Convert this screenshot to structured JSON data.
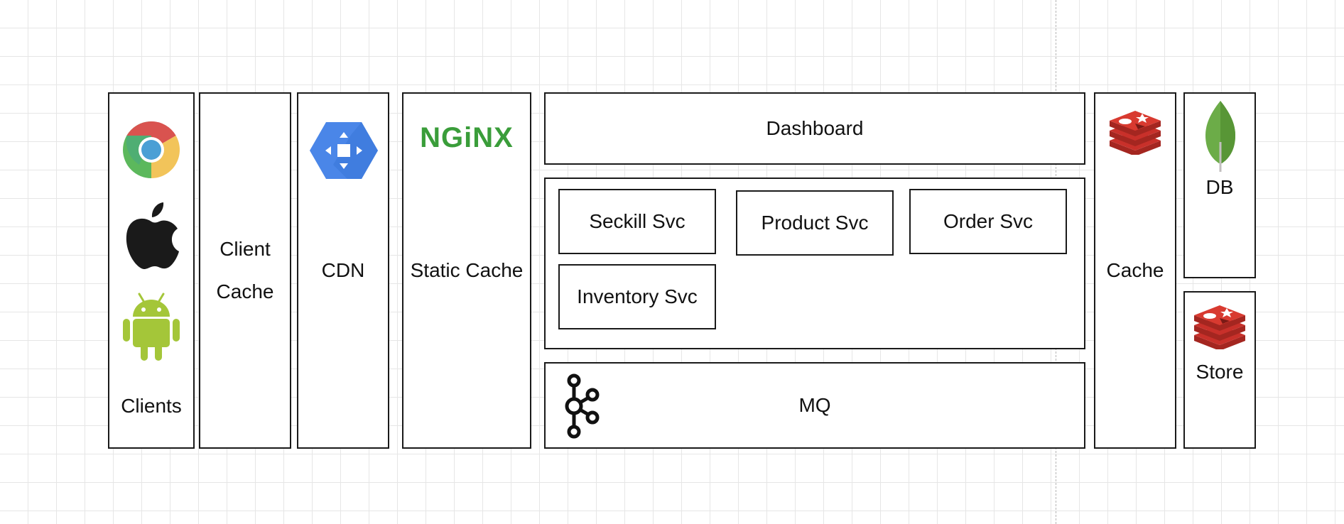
{
  "clients": {
    "label": "Clients"
  },
  "client_cache": {
    "line1": "Client",
    "line2": "Cache"
  },
  "cdn": {
    "label": "CDN"
  },
  "static_cache": {
    "label": "Static Cache",
    "logo_text": "NGiNX"
  },
  "dashboard": {
    "label": "Dashboard"
  },
  "services": [
    {
      "label": "Seckill Svc"
    },
    {
      "label": "Product Svc"
    },
    {
      "label": "Order Svc"
    },
    {
      "label": "Inventory Svc"
    }
  ],
  "mq": {
    "label": "MQ"
  },
  "cache": {
    "label": "Cache"
  },
  "db": {
    "label": "DB"
  },
  "store": {
    "label": "Store"
  },
  "icons": {
    "clients": [
      "chrome-icon",
      "apple-icon",
      "android-icon"
    ],
    "cdn": "cloud-cdn-icon",
    "static_cache": "nginx-logo",
    "mq": "kafka-icon",
    "cache": "redis-icon",
    "db": "mongodb-leaf-icon",
    "store": "redis-icon"
  },
  "colors": {
    "border": "#1a1a1a",
    "nginx_green": "#3a9d3a",
    "cdn_blue": "#4a86e8",
    "redis_red": "#c8302a",
    "android_green": "#a4c639",
    "mongo_green": "#589636"
  }
}
